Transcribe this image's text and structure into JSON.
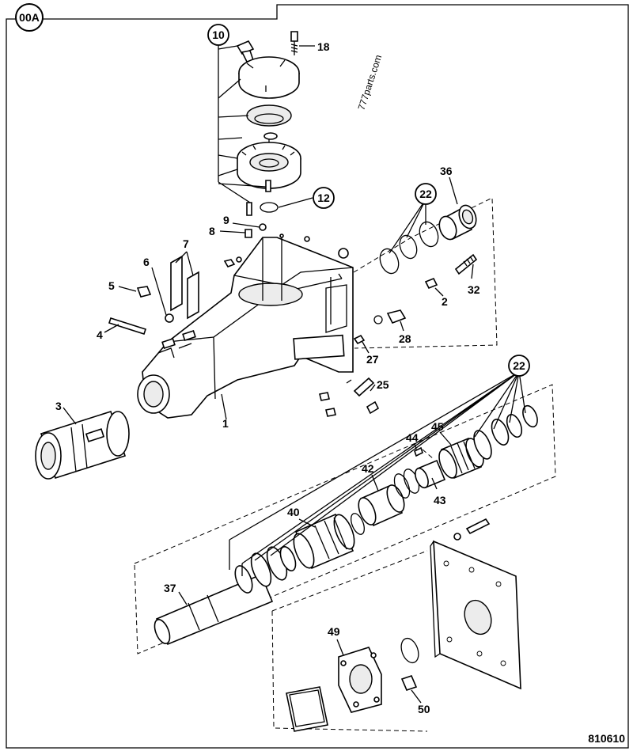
{
  "sheet": {
    "section_code": "00A",
    "figure_number": "810610",
    "watermark": "777parts.com"
  },
  "callouts": [
    {
      "id": "1",
      "label": "1"
    },
    {
      "id": "2",
      "label": "2"
    },
    {
      "id": "3",
      "label": "3"
    },
    {
      "id": "4",
      "label": "4"
    },
    {
      "id": "5",
      "label": "5"
    },
    {
      "id": "6",
      "label": "6"
    },
    {
      "id": "7",
      "label": "7"
    },
    {
      "id": "8",
      "label": "8"
    },
    {
      "id": "9",
      "label": "9"
    },
    {
      "id": "10",
      "label": "10",
      "circled": true
    },
    {
      "id": "12",
      "label": "12",
      "circled": true
    },
    {
      "id": "18",
      "label": "18"
    },
    {
      "id": "22a",
      "label": "22",
      "circled": true
    },
    {
      "id": "22b",
      "label": "22",
      "circled": true
    },
    {
      "id": "25",
      "label": "25"
    },
    {
      "id": "27",
      "label": "27"
    },
    {
      "id": "28",
      "label": "28"
    },
    {
      "id": "32",
      "label": "32"
    },
    {
      "id": "36",
      "label": "36"
    },
    {
      "id": "37",
      "label": "37"
    },
    {
      "id": "40",
      "label": "40"
    },
    {
      "id": "42",
      "label": "42"
    },
    {
      "id": "43",
      "label": "43"
    },
    {
      "id": "44",
      "label": "44"
    },
    {
      "id": "45",
      "label": "45"
    },
    {
      "id": "49",
      "label": "49"
    },
    {
      "id": "50",
      "label": "50"
    }
  ]
}
